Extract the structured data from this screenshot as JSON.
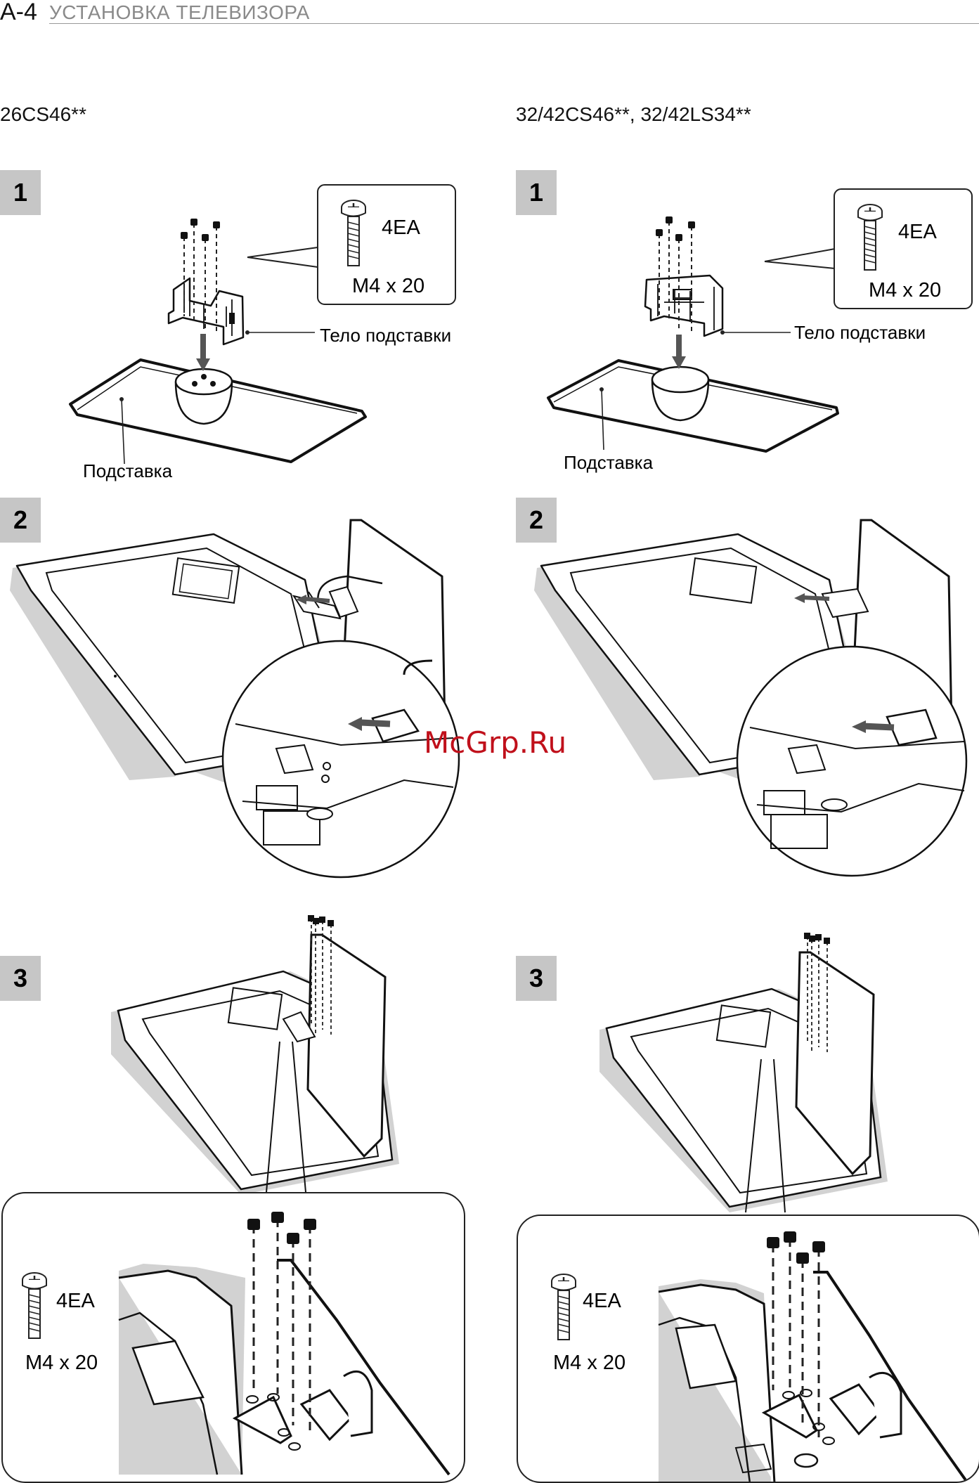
{
  "header": {
    "page_number": "A-4",
    "title": "УСТАНОВКА ТЕЛЕВИЗОРА"
  },
  "watermark": "McGrp.Ru",
  "columns": [
    {
      "model": "26CS46**",
      "steps": [
        "1",
        "2",
        "3"
      ],
      "screw": {
        "quantity": "4EA",
        "size": "M4 x 20"
      },
      "labels": {
        "stand_body": "Тело подставки",
        "stand_base": "Подставка"
      }
    },
    {
      "model": "32/42CS46**, 32/42LS34**",
      "steps": [
        "1",
        "2",
        "3"
      ],
      "screw": {
        "quantity": "4EA",
        "size": "M4 x 20"
      },
      "labels": {
        "stand_body": "Тело подставки",
        "stand_base": "Подставка"
      }
    }
  ],
  "icons": {
    "screw": "screw-icon",
    "arrow": "insert-arrow-icon"
  }
}
